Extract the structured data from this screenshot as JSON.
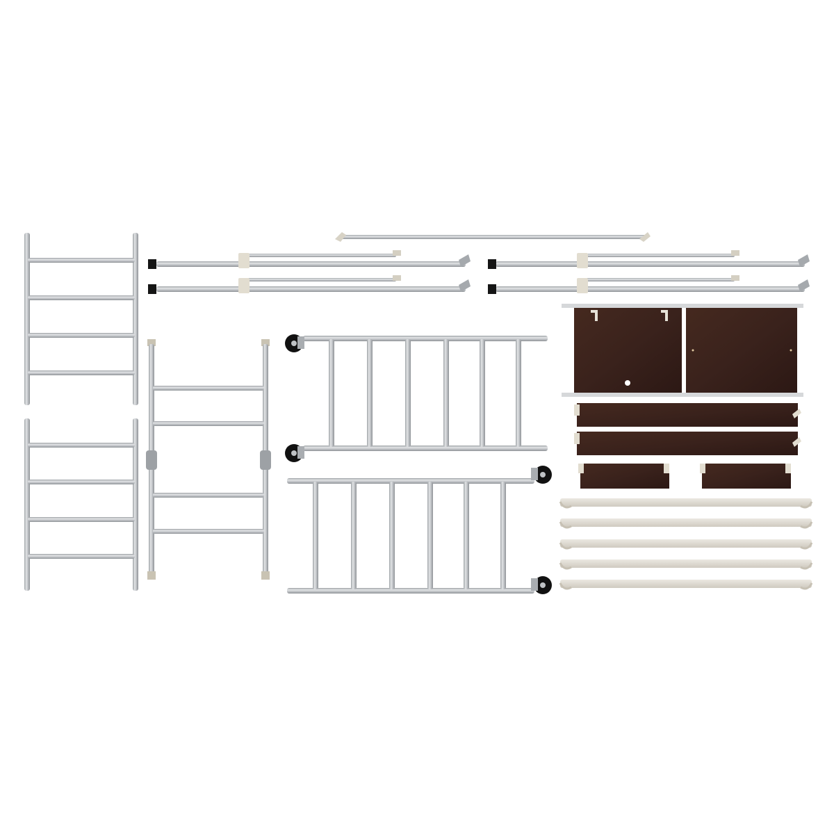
{
  "colors": {
    "background": "#ffffff",
    "aluminium": "#c4c7ca",
    "aluminium_edge": "#8e9296",
    "aluminium_dark": "#a9adb1",
    "platform_wood": "#3c2420",
    "platform_wood_dark": "#2a1815",
    "toeboard_wood": "#3a211c",
    "caster_tyre": "#111111",
    "caster_hub": "#bfc2c5",
    "bracing_pale": "#dedad2",
    "clamp": "#e7e2d6",
    "foot_cap": "#151515"
  },
  "parts": {
    "ladder_frames": 2,
    "ladder_frame_rungs": 4,
    "single_frame": 1,
    "single_frame_rungs": 4,
    "stabiliser_outriggers": 4,
    "long_brace": 1,
    "guardrail_frames_with_casters": 2,
    "guardrail_uprights": 6,
    "platform_deck": 1,
    "toe_boards_long": 2,
    "toe_boards_short": 2,
    "horizontal_braces": 5
  }
}
